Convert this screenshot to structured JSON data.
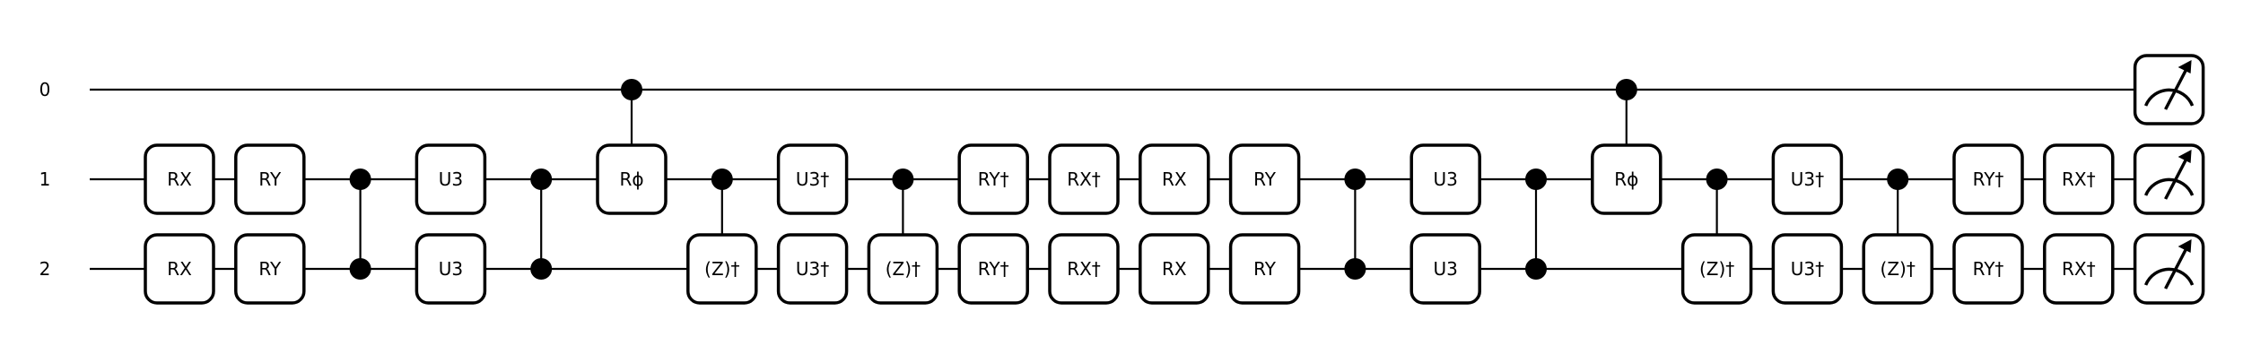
{
  "colors": {
    "background": "#ffffff",
    "wire": "#000000",
    "gate_fill": "#ffffff",
    "gate_stroke": "#000000",
    "control": "#000000"
  },
  "circuit": {
    "wires": [
      {
        "label": "0"
      },
      {
        "label": "1"
      },
      {
        "label": "2"
      }
    ],
    "columns": [
      {
        "gates": [
          {
            "wire": 1,
            "label": "RX"
          },
          {
            "wire": 2,
            "label": "RX"
          }
        ]
      },
      {
        "gates": [
          {
            "wire": 1,
            "label": "RY"
          },
          {
            "wire": 2,
            "label": "RY"
          }
        ]
      },
      {
        "controlled": {
          "controls": [
            1,
            2
          ],
          "target": null
        }
      },
      {
        "gates": [
          {
            "wire": 1,
            "label": "U3"
          },
          {
            "wire": 2,
            "label": "U3"
          }
        ]
      },
      {
        "controlled": {
          "controls": [
            1,
            2
          ],
          "target": null
        }
      },
      {
        "controlled": {
          "controls": [
            0
          ],
          "target": {
            "wire": 1,
            "label": "Rϕ"
          }
        }
      },
      {
        "controlled": {
          "controls": [
            1
          ],
          "target": {
            "wire": 2,
            "label": "(Z)†"
          }
        }
      },
      {
        "gates": [
          {
            "wire": 1,
            "label": "U3†"
          },
          {
            "wire": 2,
            "label": "U3†"
          }
        ]
      },
      {
        "controlled": {
          "controls": [
            1
          ],
          "target": {
            "wire": 2,
            "label": "(Z)†"
          }
        }
      },
      {
        "gates": [
          {
            "wire": 1,
            "label": "RY†"
          },
          {
            "wire": 2,
            "label": "RY†"
          }
        ]
      },
      {
        "gates": [
          {
            "wire": 1,
            "label": "RX†"
          },
          {
            "wire": 2,
            "label": "RX†"
          }
        ]
      },
      {
        "gates": [
          {
            "wire": 1,
            "label": "RX"
          },
          {
            "wire": 2,
            "label": "RX"
          }
        ]
      },
      {
        "gates": [
          {
            "wire": 1,
            "label": "RY"
          },
          {
            "wire": 2,
            "label": "RY"
          }
        ]
      },
      {
        "controlled": {
          "controls": [
            1,
            2
          ],
          "target": null
        }
      },
      {
        "gates": [
          {
            "wire": 1,
            "label": "U3"
          },
          {
            "wire": 2,
            "label": "U3"
          }
        ]
      },
      {
        "controlled": {
          "controls": [
            1,
            2
          ],
          "target": null
        }
      },
      {
        "controlled": {
          "controls": [
            0
          ],
          "target": {
            "wire": 1,
            "label": "Rϕ"
          }
        }
      },
      {
        "controlled": {
          "controls": [
            1
          ],
          "target": {
            "wire": 2,
            "label": "(Z)†"
          }
        }
      },
      {
        "gates": [
          {
            "wire": 1,
            "label": "U3†"
          },
          {
            "wire": 2,
            "label": "U3†"
          }
        ]
      },
      {
        "controlled": {
          "controls": [
            1
          ],
          "target": {
            "wire": 2,
            "label": "(Z)†"
          }
        }
      },
      {
        "gates": [
          {
            "wire": 1,
            "label": "RY†"
          },
          {
            "wire": 2,
            "label": "RY†"
          }
        ]
      },
      {
        "gates": [
          {
            "wire": 1,
            "label": "RX†"
          },
          {
            "wire": 2,
            "label": "RX†"
          }
        ]
      },
      {
        "measure": [
          0,
          1,
          2
        ]
      }
    ]
  }
}
